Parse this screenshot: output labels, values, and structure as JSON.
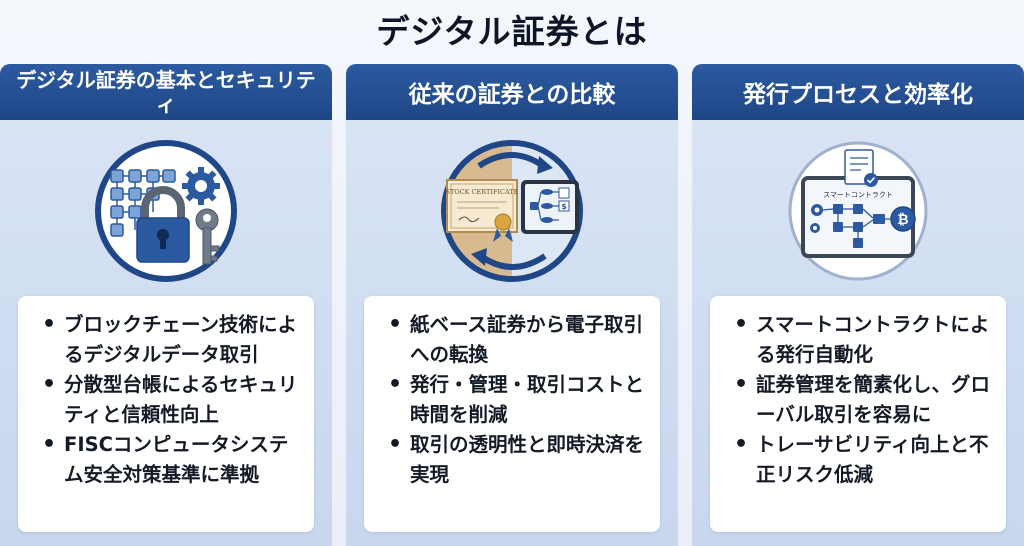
{
  "title": "デジタル証券とは",
  "cards": [
    {
      "heading": "デジタル証券の基本とセキュリティ",
      "icon": "blockchain-lock-key-icon",
      "bullets": [
        "ブロックチェーン技術によるデジタルデータ取引",
        "分散型台帳によるセキュリティと信頼性向上",
        "FISCコンピュータシステム安全対策基準に準拠"
      ]
    },
    {
      "heading": "従来の証券との比較",
      "icon": "certificate-to-tablet-icon",
      "icon_text": "STOCK CERTIFICATE",
      "bullets": [
        "紙ベース証券から電子取引への転換",
        "発行・管理・取引コストと時間を削減",
        "取引の透明性と即時決済を実現"
      ]
    },
    {
      "heading": "発行プロセスと効率化",
      "icon": "smart-contract-flow-icon",
      "icon_text": "スマートコントラクト",
      "bullets": [
        "スマートコントラクトによる発行自動化",
        "証券管理を簡素化し、グローバル取引を容易に",
        "トレーサビリティ向上と不正リスク低減"
      ]
    }
  ],
  "colors": {
    "header": "#2c5aa0",
    "circle_border": "#1f4787",
    "card_bg": "#dbe5f5"
  }
}
